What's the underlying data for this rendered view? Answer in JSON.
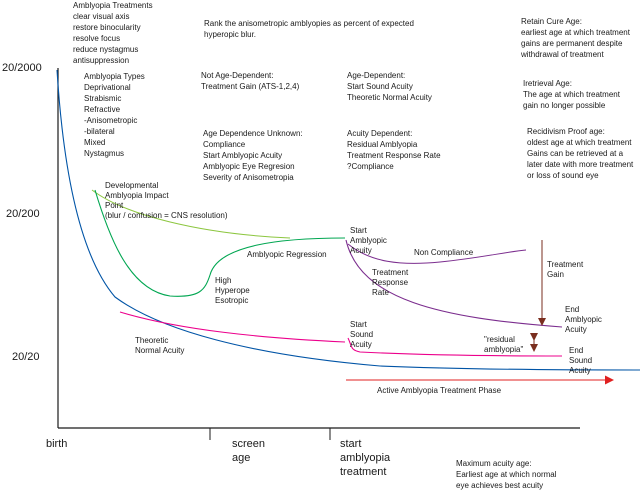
{
  "colors": {
    "axis": "#1a1a1a",
    "developmental_curve": "#8cc63f",
    "amblyopic_curve": "#00a651",
    "theoretic_curve": "#0054a6",
    "magenta_curve": "#ec008c",
    "purple_curve": "#7b2d8e",
    "arrow_brown": "#7a2e1f",
    "arrow_red": "#e02020"
  },
  "y_axis": {
    "top": "20/2000",
    "middle": "20/200",
    "bottom": "20/20"
  },
  "x_axis": {
    "birth": "birth",
    "screen_age": [
      "screen",
      "age"
    ],
    "start_treatment": [
      "start",
      "amblyopia",
      "treatment"
    ]
  },
  "notes": {
    "treatments": [
      "Amblyopia Treatments",
      "clear visual axis",
      "restore binocularity",
      "resolve focus",
      "reduce nystagmus",
      "antisuppression"
    ],
    "types": [
      "Amblyopia Types",
      "Deprivational",
      "Strabismic",
      "Refractive",
      "-Anisometropic",
      "-bilateral",
      "Mixed",
      "Nystagmus"
    ],
    "rank": [
      "Rank the anisometropic amblyopies as percent of expected",
      "hyperopic blur."
    ],
    "not_age_dependent": [
      "Not Age-Dependent:",
      "Treatment Gain (ATS-1,2,4)"
    ],
    "age_dependence_unknown": [
      "Age Dependence Unknown:",
      "Compliance",
      "Start Amblyopic Acuity",
      "Amblyopic Eye Regresion",
      "Severity of Anisometropia"
    ],
    "age_dependent": [
      "Age-Dependent:",
      "Start Sound Acuity",
      "Theoretic Normal Acuity"
    ],
    "acuity_dependent": [
      "Acuity Dependent:",
      "Residual Amblyopia",
      "Treatment Response Rate",
      "?Compliance"
    ],
    "retain_cure": [
      "Retain Cure Age:",
      "earliest age at which treatment",
      "gains are permanent despite",
      "withdrawal of treatment"
    ],
    "irretrieval": [
      "Iretrieval Age:",
      "The age at which treatment",
      "gain no longer possible"
    ],
    "recidivism": [
      "Recidivism Proof age:",
      "oldest age at which treatment",
      "Gains can be retrieved at a",
      "later date with more treatment",
      "or loss of sound eye"
    ],
    "max_acuity": [
      "Maximum acuity age:",
      "Earliest age at which normal",
      "eye achieves best acuity"
    ]
  },
  "labels": {
    "developmental": [
      "Developmental",
      "Amblyopia Impact",
      "Point",
      "(blur / confusion = CNS resolution)"
    ],
    "high_hyperope": [
      "High",
      "Hyperope",
      "Esotropic"
    ],
    "amblyopic_regression": "Amblyopic Regression",
    "theoretic": [
      "Theoretic",
      "Normal Acuity"
    ],
    "start_amblyopic": [
      "Start",
      "Amblyopic",
      "Acuity"
    ],
    "non_compliance": "Non Compliance",
    "treatment_response": [
      "Treatment",
      "Response",
      "Rate"
    ],
    "treatment_gain": [
      "Treatment",
      "Gain"
    ],
    "start_sound": [
      "Start",
      "Sound",
      "Acuity"
    ],
    "residual": [
      "\"residual",
      "amblyopia\""
    ],
    "end_amblyopic": [
      "End",
      "Amblyopic",
      "Acuity"
    ],
    "end_sound": [
      "End",
      "Sound",
      "Acuity"
    ],
    "active_phase": "Active Amblyopia Treatment Phase"
  }
}
